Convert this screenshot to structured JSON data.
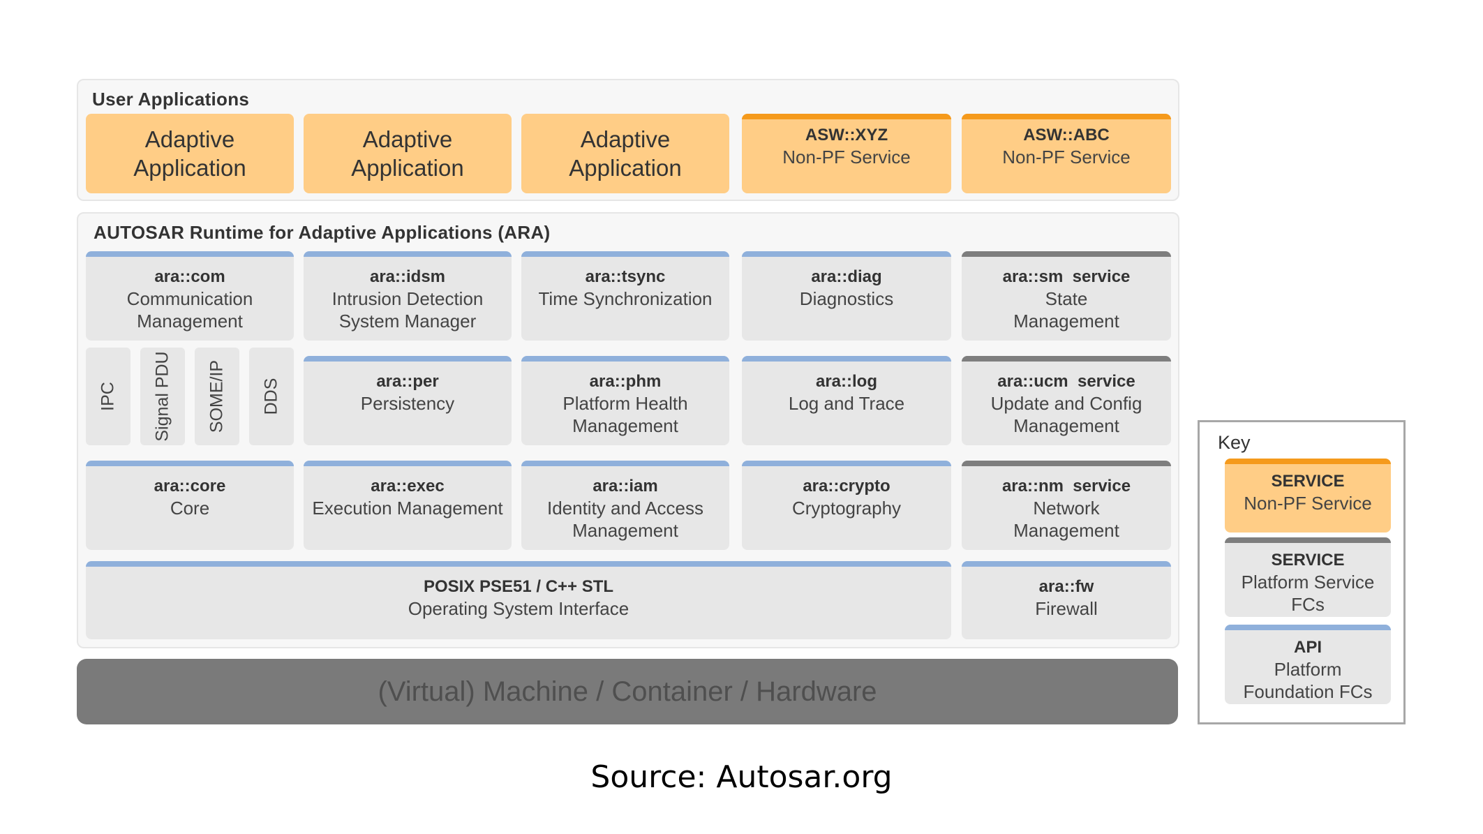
{
  "user_apps": {
    "title": "User Applications",
    "apps": [
      {
        "label": "Adaptive\nApplication"
      },
      {
        "label": "Adaptive\nApplication"
      },
      {
        "label": "Adaptive\nApplication"
      }
    ],
    "services": [
      {
        "name": "ASW::XYZ",
        "desc": "Non-PF Service"
      },
      {
        "name": "ASW::ABC",
        "desc": "Non-PF Service"
      }
    ]
  },
  "ara": {
    "title": "AUTOSAR Runtime for Adaptive Applications  (ARA)",
    "row1": [
      {
        "name": "ara::com",
        "desc": "Communication\nManagement"
      },
      {
        "name": "ara::idsm",
        "desc": "Intrusion Detection\nSystem Manager"
      },
      {
        "name": "ara::tsync",
        "desc": "Time Synchronization"
      },
      {
        "name": "ara::diag",
        "desc": "Diagnostics"
      },
      {
        "name": "ara::sm  service",
        "desc": "State\nManagement"
      }
    ],
    "protocols": [
      "IPC",
      "Signal PDU",
      "SOME/IP",
      "DDS"
    ],
    "row2": [
      {
        "name": "ara::per",
        "desc": "Persistency"
      },
      {
        "name": "ara::phm",
        "desc": "Platform Health\nManagement"
      },
      {
        "name": "ara::log",
        "desc": "Log and Trace"
      },
      {
        "name": "ara::ucm  service",
        "desc": "Update and Config\nManagement"
      }
    ],
    "row3": [
      {
        "name": "ara::core",
        "desc": "Core"
      },
      {
        "name": "ara::exec",
        "desc": "Execution Management"
      },
      {
        "name": "ara::iam",
        "desc": "Identity and Access\nManagement"
      },
      {
        "name": "ara::crypto",
        "desc": "Cryptography"
      },
      {
        "name": "ara::nm  service",
        "desc": "Network\nManagement"
      }
    ],
    "posix": {
      "name": "POSIX PSE51 / C++ STL",
      "desc": "Operating System Interface"
    },
    "firewall": {
      "name": "ara::fw",
      "desc": "Firewall"
    }
  },
  "hardware": "(Virtual) Machine / Container / Hardware",
  "key": {
    "title": "Key",
    "items": [
      {
        "name": "SERVICE",
        "desc": "Non-PF Service"
      },
      {
        "name": "SERVICE",
        "desc": "Platform Service\nFCs"
      },
      {
        "name": "API",
        "desc": "Platform\nFoundation FCs"
      }
    ]
  },
  "caption": "Source: Autosar.org",
  "colors": {
    "orange_fill": "#ffcd86",
    "orange_bar": "#f59a1c",
    "api_bar": "#8fb0db",
    "service_bar": "#7e7e7e",
    "hardware": "#7a7a7a"
  }
}
